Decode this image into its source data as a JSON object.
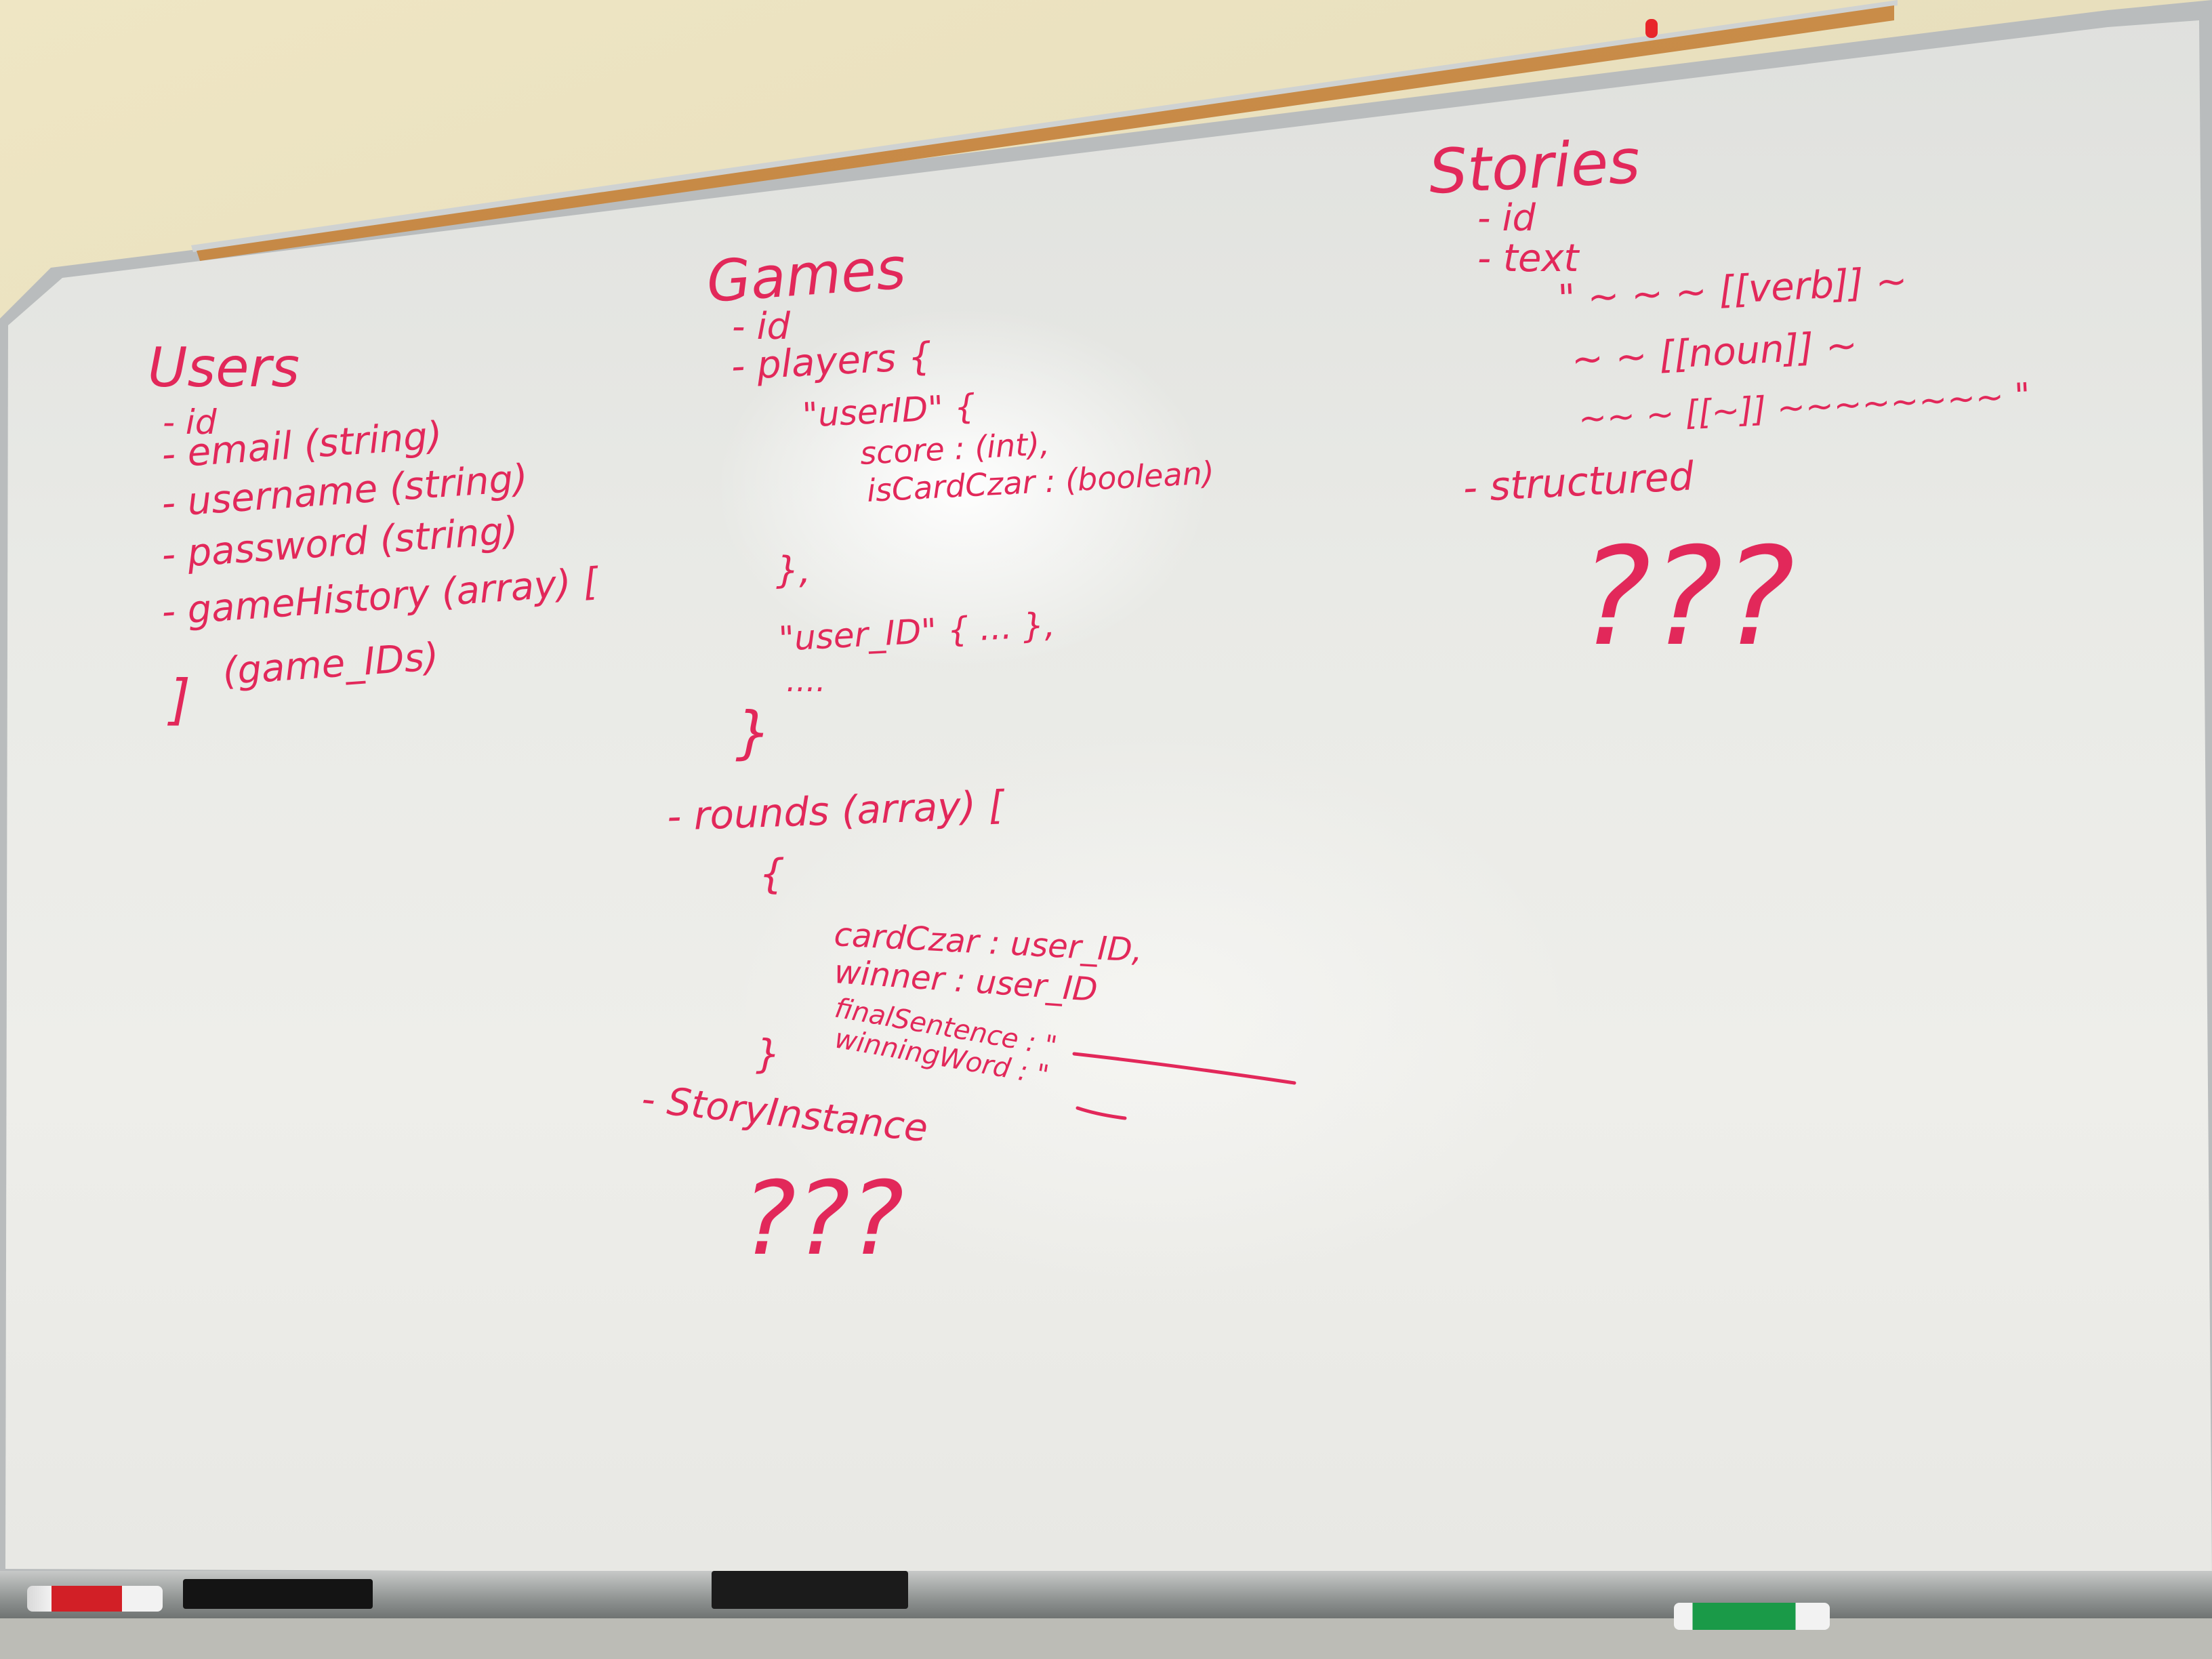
{
  "users": {
    "title": "Users",
    "fields": [
      "- id",
      "- email  (string)",
      "- username  (string)",
      "- password  (string)",
      "- gameHistory  (array) [",
      "(game_IDs)",
      "]"
    ]
  },
  "games": {
    "title": "Games",
    "fields": [
      "- id",
      "- players  {",
      "\"userID\"  {",
      "score : (int),",
      "isCardCzar : (boolean)",
      "},",
      "\"user_ID\"  { ... },",
      "....",
      "}",
      "- rounds  (array) [",
      "{",
      "cardCzar :  user_ID,",
      "winner :  user_ID",
      "finalSentence : \"",
      "winningWord : \"",
      "}",
      "- StoryInstance",
      "???"
    ]
  },
  "stories": {
    "title": "Stories",
    "fields": [
      "- id",
      "- text",
      "\"  ~ ~ ~ [[verb]] ~",
      "~ ~ [[noun]] ~",
      "~~  ~ [[~]] ~~~~~~~~  \"",
      "- structured",
      "???"
    ]
  },
  "colors": {
    "ink": "#e2285a",
    "board": "#e9eae6",
    "wall": "#e9e2c4",
    "cork": "#c98c48"
  }
}
